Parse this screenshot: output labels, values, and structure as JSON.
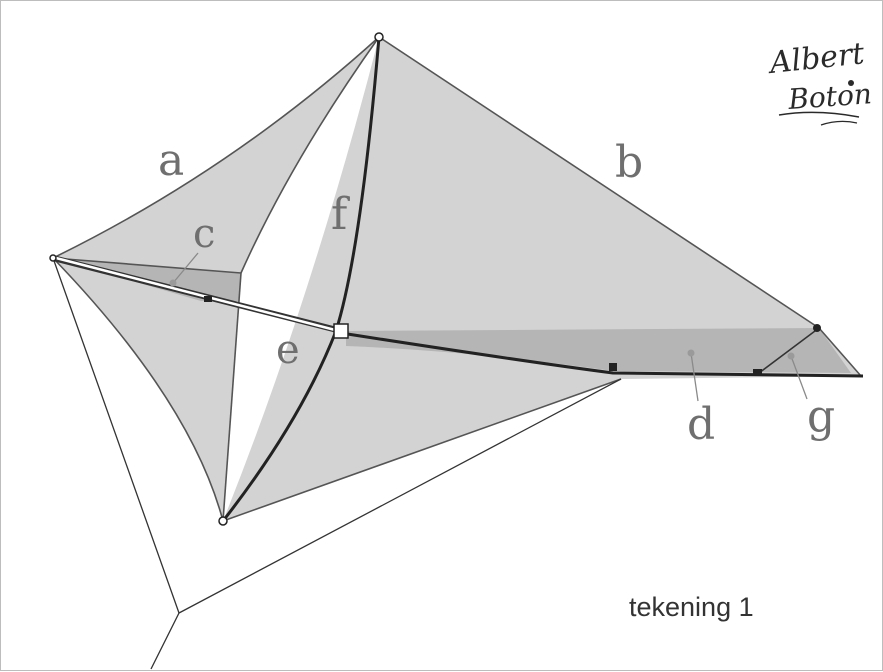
{
  "diagram": {
    "labels": {
      "a": "a",
      "b": "b",
      "c": "c",
      "d": "d",
      "e": "e",
      "f": "f",
      "g": "g"
    },
    "caption": "tekening 1",
    "signature": "Albert Boton",
    "colors": {
      "sail_light": "#d3d3d3",
      "sail_dark": "#b5b5b5",
      "line": "#222222",
      "label": "#6f6f6f"
    }
  }
}
